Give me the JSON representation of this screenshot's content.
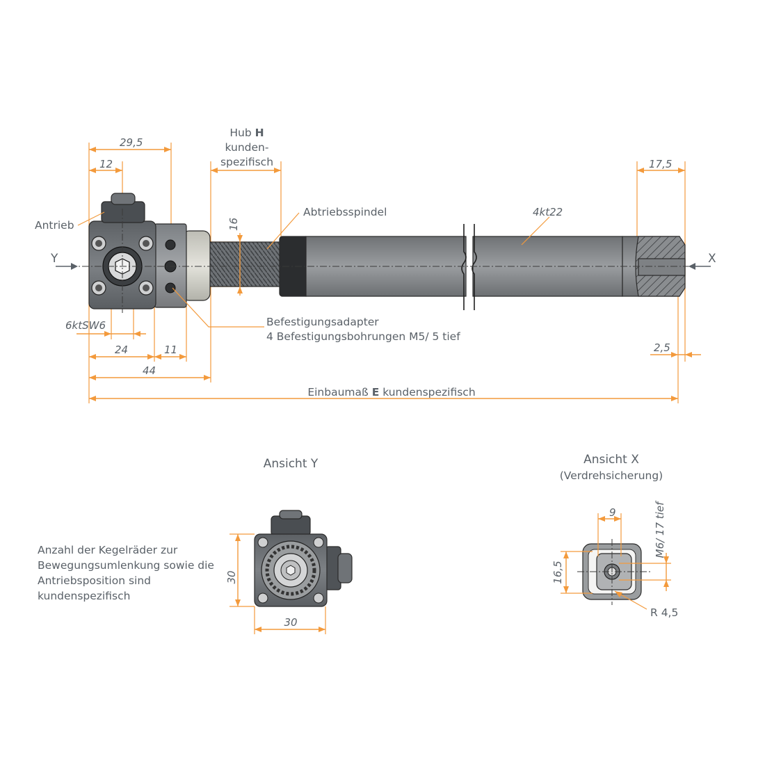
{
  "labels": {
    "hub_prefix": "Hub",
    "hub_symbol": "H",
    "hub_line2": "kunden-",
    "hub_line3": "spezifisch",
    "antrieb": "Antrieb",
    "abtriebsspindel": "Abtriebsspindel",
    "profile": "4kt22",
    "befestigung_line1": "Befestigungsadapter",
    "befestigung_line2": "4 Befestigungsbohrungen M5/ 5 tief",
    "einbau_prefix": "Einbaumaß",
    "einbau_symbol": "E",
    "einbau_suffix": "kundenspezifisch",
    "hex_drive": "6ktSW6",
    "view_y_marker": "Y",
    "view_x_marker": "X"
  },
  "dimensions": {
    "d_29_5": "29,5",
    "d_12": "12",
    "d_16": "16",
    "d_17_5": "17,5",
    "d_24": "24",
    "d_11": "11",
    "d_44": "44",
    "d_2_5": "2,5"
  },
  "view_y": {
    "title": "Ansicht Y",
    "dim_height": "30",
    "dim_width": "30"
  },
  "view_x": {
    "title": "Ansicht X",
    "subtitle": "(Verdrehsicherung)",
    "dim_9": "9",
    "dim_16_5": "16,5",
    "thread": "M6/ 17 tief",
    "radius": "R 4,5"
  },
  "note": "Anzahl der Kegelräder zur Bewegungsumlenkung sowie die Antriebsposition sind kundenspezifisch",
  "colors": {
    "dimension_lines": "#f39a3c",
    "text": "#5a6168",
    "housing": "#6b6f73",
    "tube": "#8c8f92",
    "outline": "#2a2a2a"
  }
}
